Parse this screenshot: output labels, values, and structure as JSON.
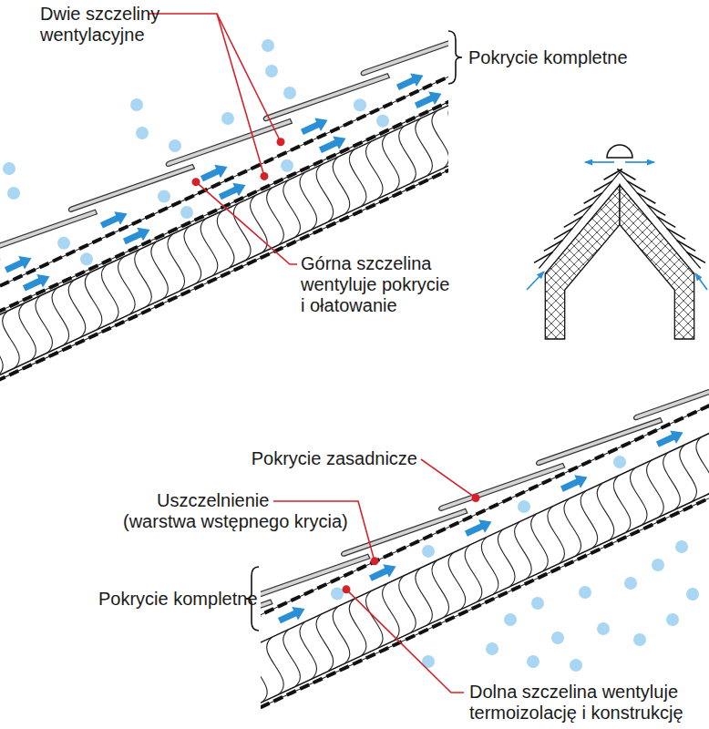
{
  "diagram": {
    "labels": [
      "Dwie szczeliny wentylacyjne",
      "Pokrycie kompletne",
      "Górna szczelina wentyluje pokrycie i ołatowanie",
      "Pokrycie zasadnicze",
      "Uszczelnienie",
      "(warstwa wstępnego krycia)",
      "Pokrycie kompletne",
      "Dolna szczelina wentyluje termoizolację i konstrukcję"
    ]
  }
}
